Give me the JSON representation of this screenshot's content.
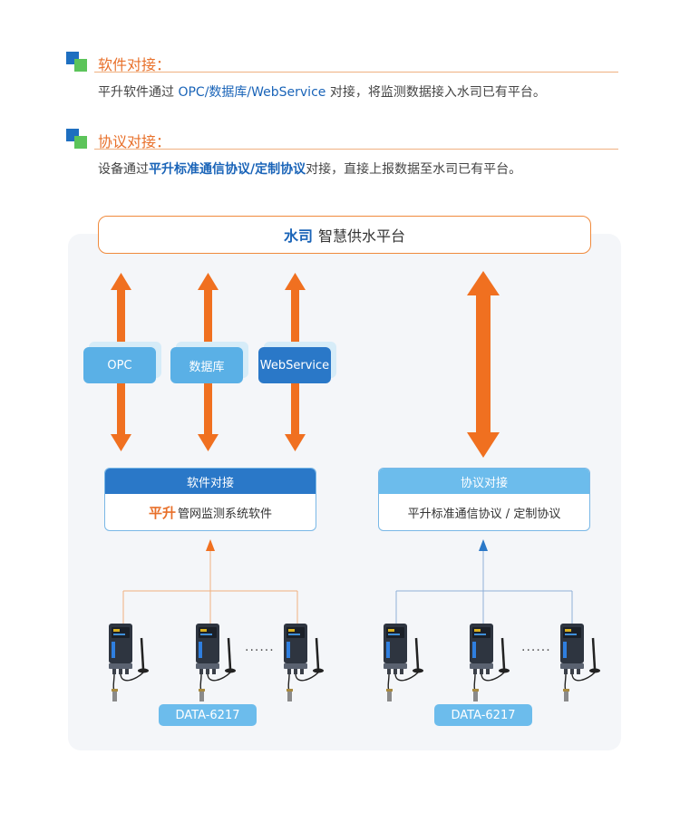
{
  "sections": [
    {
      "title": "软件对接：",
      "text_parts": [
        {
          "text": "平升软件通过 ",
          "style": "plain"
        },
        {
          "text": "OPC/数据库/WebService",
          "style": "blue"
        },
        {
          "text": " 对接，将监测数据接入水司已有平台。",
          "style": "plain"
        }
      ]
    },
    {
      "title": "协议对接：",
      "text_parts": [
        {
          "text": "设备通过",
          "style": "plain"
        },
        {
          "text": "平升标准通信协议/定制协议",
          "style": "blue-bold"
        },
        {
          "text": "对接，直接上报数据至水司已有平台。",
          "style": "plain"
        }
      ]
    }
  ],
  "diagram": {
    "platform": {
      "brand": "水司",
      "name": "智慧供水平台"
    },
    "protocols": [
      {
        "label": "OPC",
        "color": "#5ab0e6"
      },
      {
        "label": "数据库",
        "color": "#5ab0e6"
      },
      {
        "label": "WebService",
        "color": "#2a78c8"
      }
    ],
    "software_card": {
      "header": "软件对接",
      "brand": "平升",
      "body": "管网监测系统软件",
      "header_color": "#2a78c8"
    },
    "protocol_card": {
      "header": "协议对接",
      "body": "平升标准通信协议 / 定制协议",
      "header_color": "#6cbcec"
    },
    "left_group": {
      "badge": "DATA-6217",
      "dots": "......"
    },
    "right_group": {
      "badge": "DATA-6217",
      "dots": "......"
    },
    "colors": {
      "arrow_orange": "#f07020",
      "accent_orange": "#e8702a",
      "accent_blue": "#1a64b8",
      "line_blue": "#8fb0d8",
      "line_orange": "#f0b080"
    }
  }
}
